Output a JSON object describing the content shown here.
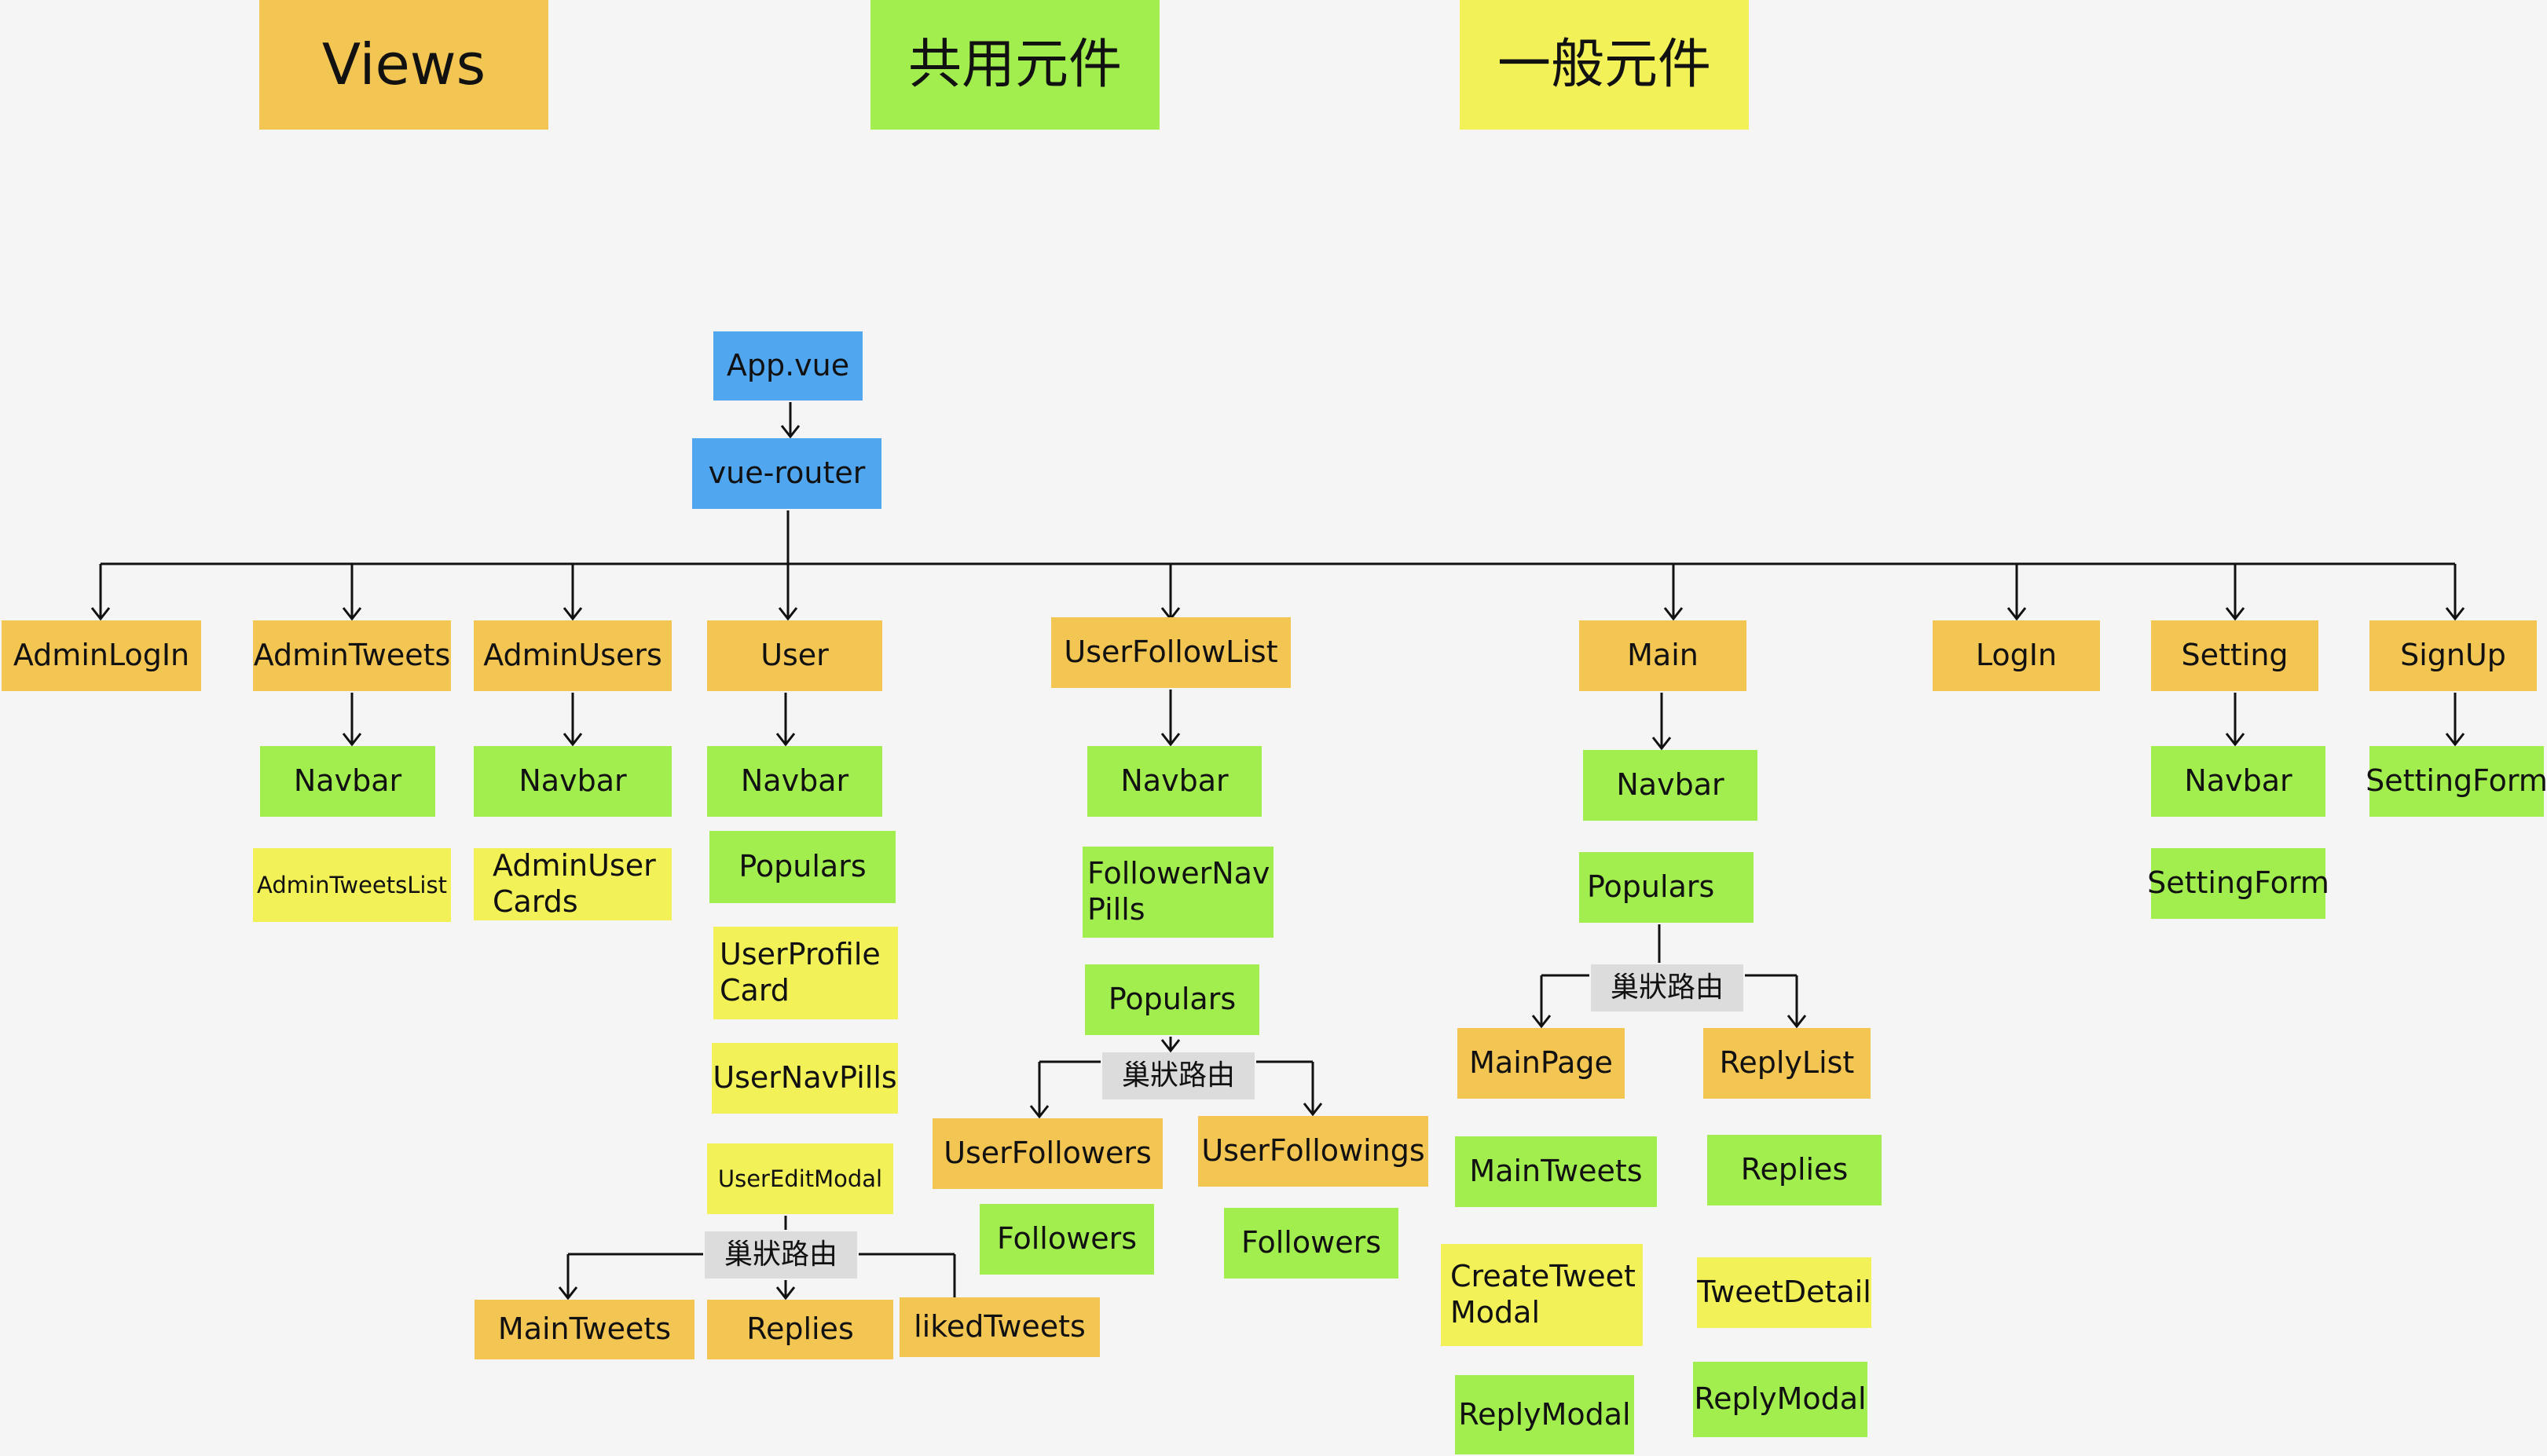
{
  "legend": {
    "views": "Views",
    "shared": "共用元件",
    "general": "一般元件"
  },
  "colors": {
    "views": "#f3c552",
    "shared": "#a3ee4f",
    "general": "#f2f158",
    "root": "#50a6ef",
    "nested_route": "#dcdcdc",
    "line": "#111111"
  },
  "root": {
    "app": "App.vue",
    "router": "vue-router"
  },
  "nested_route_label": "巢狀路由",
  "columns": {
    "admin_login": {
      "view": "AdminLogIn"
    },
    "admin_tweets": {
      "view": "AdminTweets",
      "navbar": "Navbar",
      "list": "AdminTweetsList"
    },
    "admin_users": {
      "view": "AdminUsers",
      "navbar": "Navbar",
      "cards": "AdminUser Cards"
    },
    "user": {
      "view": "User",
      "navbar": "Navbar",
      "populars": "Populars",
      "profile_card": "UserProfile Card",
      "nav_pills": "UserNavPills",
      "edit_modal": "UserEditModal",
      "children": [
        "MainTweets",
        "Replies",
        "likedTweets"
      ]
    },
    "user_follow_list": {
      "view": "UserFollowList",
      "navbar": "Navbar",
      "nav_pills": "FollowerNav Pills",
      "populars": "Populars",
      "followers_view": "UserFollowers",
      "followings_view": "UserFollowings",
      "followers_list": "Followers",
      "followings_list": "Followers"
    },
    "main": {
      "view": "Main",
      "navbar": "Navbar",
      "populars": "Populars",
      "main_page": "MainPage",
      "reply_list": "ReplyList",
      "main_tweets": "MainTweets",
      "replies": "Replies",
      "create_tweet_modal": "CreateTweet Modal",
      "tweet_detail": "TweetDetail",
      "reply_modal_left": "ReplyModal",
      "reply_modal_right": "ReplyModal"
    },
    "login": {
      "view": "LogIn"
    },
    "setting": {
      "view": "Setting",
      "navbar": "Navbar",
      "form": "SettingForm"
    },
    "signup": {
      "view": "SignUp",
      "form": "SettingForm"
    }
  }
}
